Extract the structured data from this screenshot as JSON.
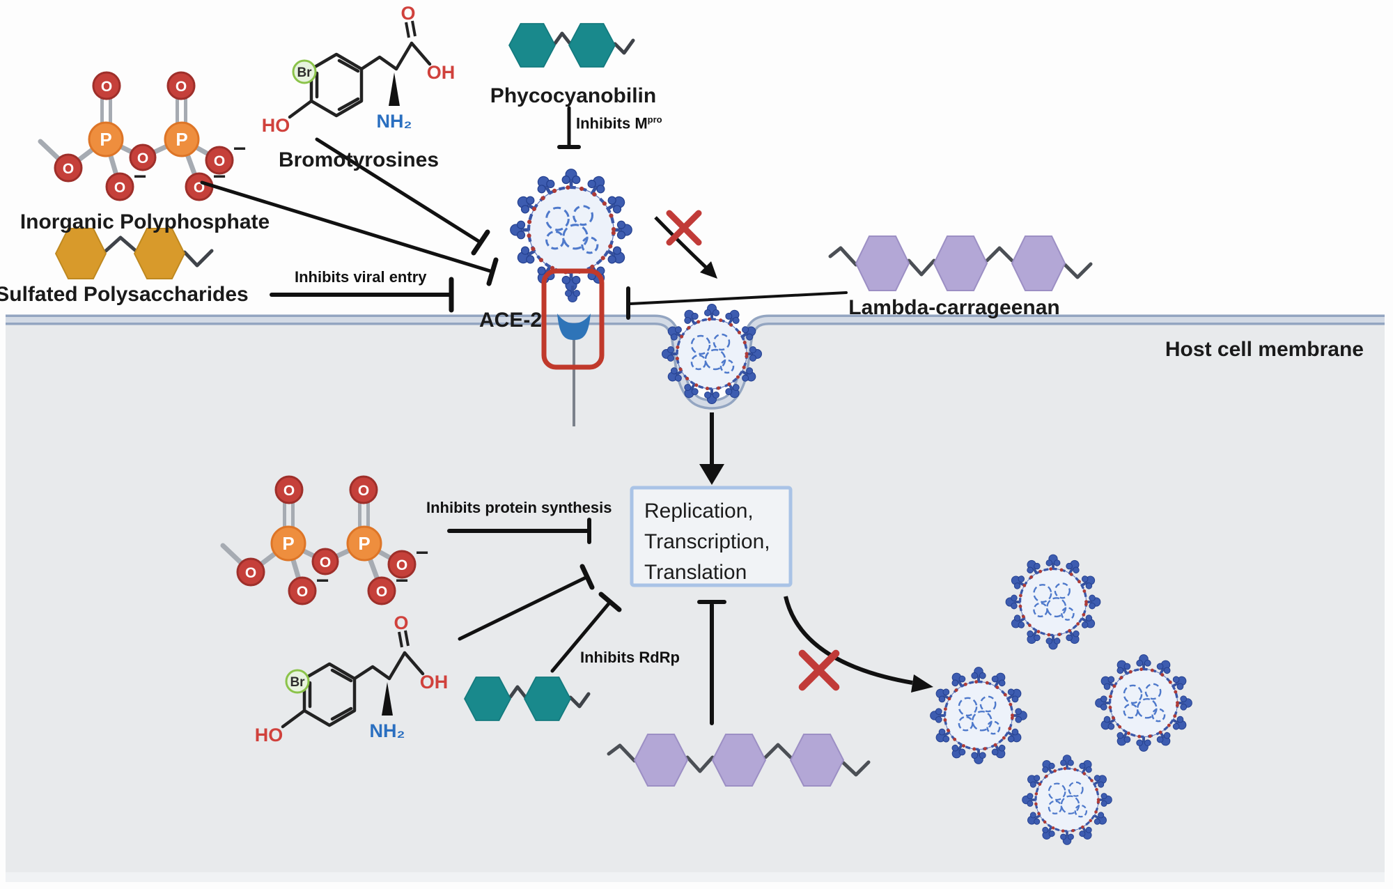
{
  "figure": {
    "compounds": {
      "inorganic_polyphosphate": "Inorganic Polyphosphate",
      "bromotyrosines": "Bromotyrosines",
      "phycocyanobilin": "Phycocyanobilin",
      "sulfated_polysaccharides": "Sulfated Polysaccharides",
      "lambda_carrageenan": "Lambda-carrageenan"
    },
    "actions": {
      "inhibits_mpro_prefix": "Inhibits M",
      "inhibits_mpro_sup": "pro",
      "inhibits_viral_entry": "Inhibits viral entry",
      "inhibits_protein_synthesis": "Inhibits protein synthesis",
      "inhibits_rdrp": "Inhibits RdRp"
    },
    "labels": {
      "ace2": "ACE-2",
      "host_cell_membrane": "Host cell membrane"
    },
    "process_box": {
      "line1": "Replication,",
      "line2": "Transcription,",
      "line3": "Translation"
    },
    "atoms": {
      "oxygen": "O",
      "phosphorus": "P",
      "hydroxyl": "OH",
      "hydroxyl_rev": "HO",
      "amine": "NH₂",
      "bromine": "Br",
      "negative_charge": "−"
    },
    "colors": {
      "phycocyanobilin_teal": "#19898C",
      "sulfated_gold": "#D89A2B",
      "carrageenan_lavender": "#B3A7D6",
      "phosphorus_orange": "#EE8E3E",
      "oxygen_red": "#C5403A",
      "bromine_green": "#8BC34A",
      "red_cross": "#C13B38",
      "ace2_box_red": "#C0392B",
      "receptor_blue": "#2E74B8",
      "spike_blue": "#3D5CB0",
      "membrane_edge": "#93A5C1",
      "cell_interior": "#E8EAEC",
      "process_box_border": "#A9C3E6"
    }
  }
}
